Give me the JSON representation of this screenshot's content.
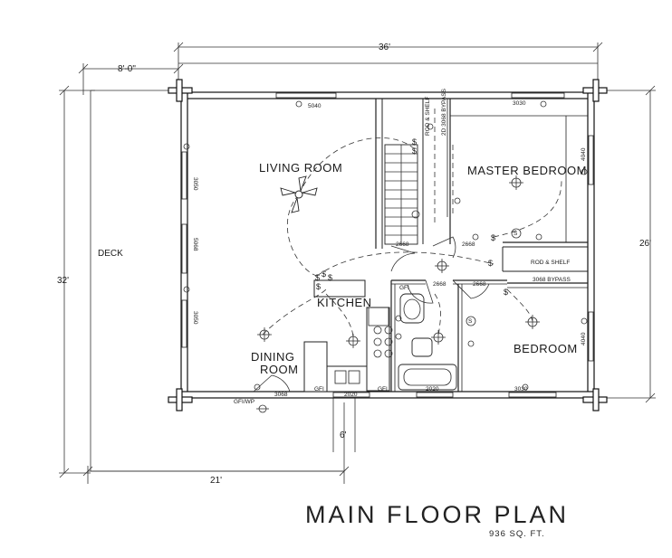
{
  "dimensions": {
    "top_width": "36'",
    "deck_width": "8'-0\"",
    "left_height": "32'",
    "right_height": "26'",
    "bottom_width": "21'",
    "bottom_offset": "6'"
  },
  "rooms": {
    "living_room": "LIVING ROOM",
    "master_bedroom": "MASTER BEDROOM",
    "kitchen": "KITCHEN",
    "dining_room_line1": "DINING",
    "dining_room_line2": "ROOM",
    "bedroom": "BEDROOM",
    "deck": "DECK"
  },
  "codes": {
    "window_top_living": "5040",
    "window_top_master": "3030",
    "window_left_upper": "3050",
    "window_left_mid": "5068",
    "window_left_lower": "3050",
    "window_right_master": "4040",
    "window_right_bedroom": "4040",
    "window_bedroom_bottom": "3030",
    "door_stair": "2668",
    "door_master": "2668",
    "door_bath_left": "2668",
    "door_bath_right": "2668",
    "door_dining": "3068",
    "window_kitchen": "2020",
    "window_bath": "2020",
    "rod_shelf_vertical": "ROD & SHELF",
    "bypass_vertical": "2D 3068 BYPASS",
    "rod_shelf_horizontal": "ROD & SHELF",
    "bypass_horizontal": "3068 BYPASS",
    "gfi": "GFI/WP",
    "outlet_gfi": "GFI"
  },
  "title": {
    "main": "MAIN FLOOR PLAN",
    "area": "936 SQ. FT."
  }
}
